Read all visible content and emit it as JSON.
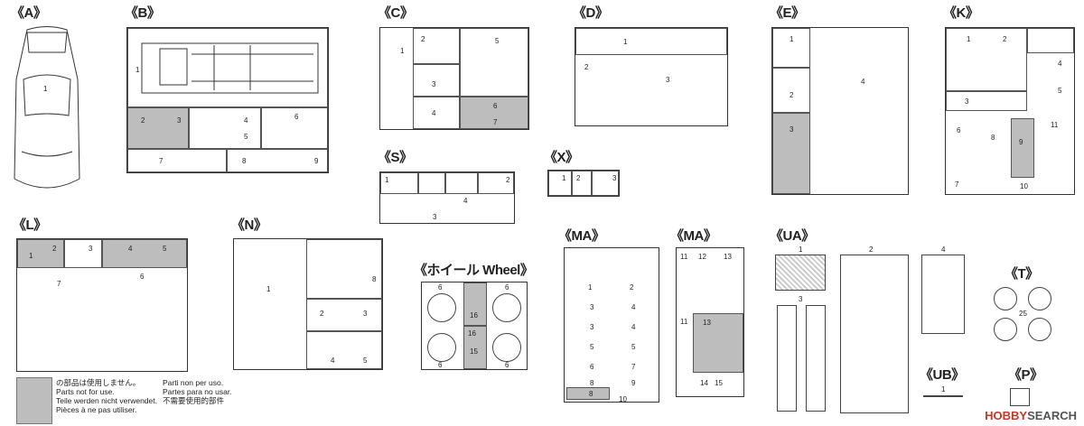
{
  "sprue_labels": {
    "A": "《A》",
    "B": "《B》",
    "C": "《C》",
    "D": "《D》",
    "E": "《E》",
    "K": "《K》",
    "S": "《S》",
    "X": "《X》",
    "L": "《L》",
    "N": "《N》",
    "wheel": "《ホイール Wheel》",
    "MA1": "《MA》",
    "MA2": "《MA》",
    "UA": "《UA》",
    "T": "《T》",
    "UB": "《UB》",
    "P": "《P》"
  },
  "legend": {
    "line1": "の部品は使用しません。",
    "line2": "Parts not for use.",
    "line3": "Teile werden nicht verwendet.",
    "line4": "Pièces à ne pas utiliser.",
    "line5": "Parti non per uso.",
    "line6": "Partes para no usar.",
    "line7": "不需要使用的部件"
  },
  "watermark": {
    "brand": "HOBBY",
    "suffix": "SEARCH"
  },
  "numbers": {
    "A": [
      "1"
    ],
    "B": [
      "1",
      "2",
      "3",
      "4",
      "5",
      "6",
      "7",
      "8",
      "9"
    ],
    "C": [
      "1",
      "2",
      "3",
      "4",
      "5",
      "6",
      "7"
    ],
    "D": [
      "1",
      "2",
      "3"
    ],
    "E": [
      "1",
      "2",
      "3",
      "4"
    ],
    "K": [
      "1",
      "2",
      "3",
      "4",
      "5",
      "6",
      "7",
      "8",
      "9",
      "10",
      "11"
    ],
    "S": [
      "1",
      "2",
      "3",
      "4"
    ],
    "X": [
      "1",
      "2",
      "3"
    ],
    "L": [
      "1",
      "2",
      "3",
      "4",
      "5",
      "6",
      "7"
    ],
    "N": [
      "1",
      "2",
      "3",
      "4",
      "5",
      "8"
    ],
    "W": [
      "6",
      "6",
      "16",
      "6",
      "16",
      "6",
      "15"
    ],
    "MA1": [
      "1",
      "2",
      "3",
      "4",
      "3",
      "4",
      "5",
      "5",
      "6",
      "7",
      "8",
      "9",
      "8",
      "10"
    ],
    "MA2": [
      "11",
      "12",
      "13",
      "11",
      "13",
      "14",
      "15"
    ],
    "UA": [
      "1",
      "2",
      "3",
      "4"
    ],
    "T": [
      "25"
    ],
    "UB": [
      "1"
    ]
  }
}
